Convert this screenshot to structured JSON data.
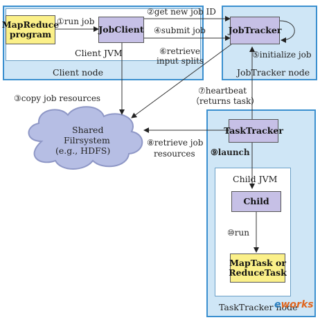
{
  "client_node": {
    "node_label": "Client node",
    "jvm_label": "Client JVM",
    "mapreduce_program": "MapReduce program",
    "jobclient": "JobClient"
  },
  "jobtracker_node": {
    "node_label": "JobTracker node",
    "jobtracker": "JobTracker"
  },
  "tasktracker_node": {
    "node_label": "TaskTracker node",
    "tasktracker": "TaskTracker",
    "child_jvm_label": "Child JVM",
    "child": "Child",
    "task": "MapTask or ReduceTask"
  },
  "filesystem": {
    "line1": "Shared",
    "line2": "Filrsystem",
    "line3": "(e.g., HDFS)"
  },
  "steps": {
    "s1": "①run job",
    "s2": "②get new job ID",
    "s3": "③copy job resources",
    "s4": "④submit job",
    "s5": "⑤initialize job",
    "s6a": "⑥retrieve",
    "s6b": "input splits",
    "s7a": "⑦heartbeat",
    "s7b": "（returns task）",
    "s8a": "⑧retrieve job",
    "s8b": "resources",
    "s9": "⑨launch",
    "s10": "⑩run"
  },
  "watermark": {
    "text1": "e",
    "text2": "works"
  },
  "colors": {
    "node_fill": "#cfe6f6",
    "node_border": "#3a8fcf",
    "program_fill": "#fbf089",
    "daemon_fill": "#c6c0e6",
    "cloud_fill": "#b6bee4"
  }
}
